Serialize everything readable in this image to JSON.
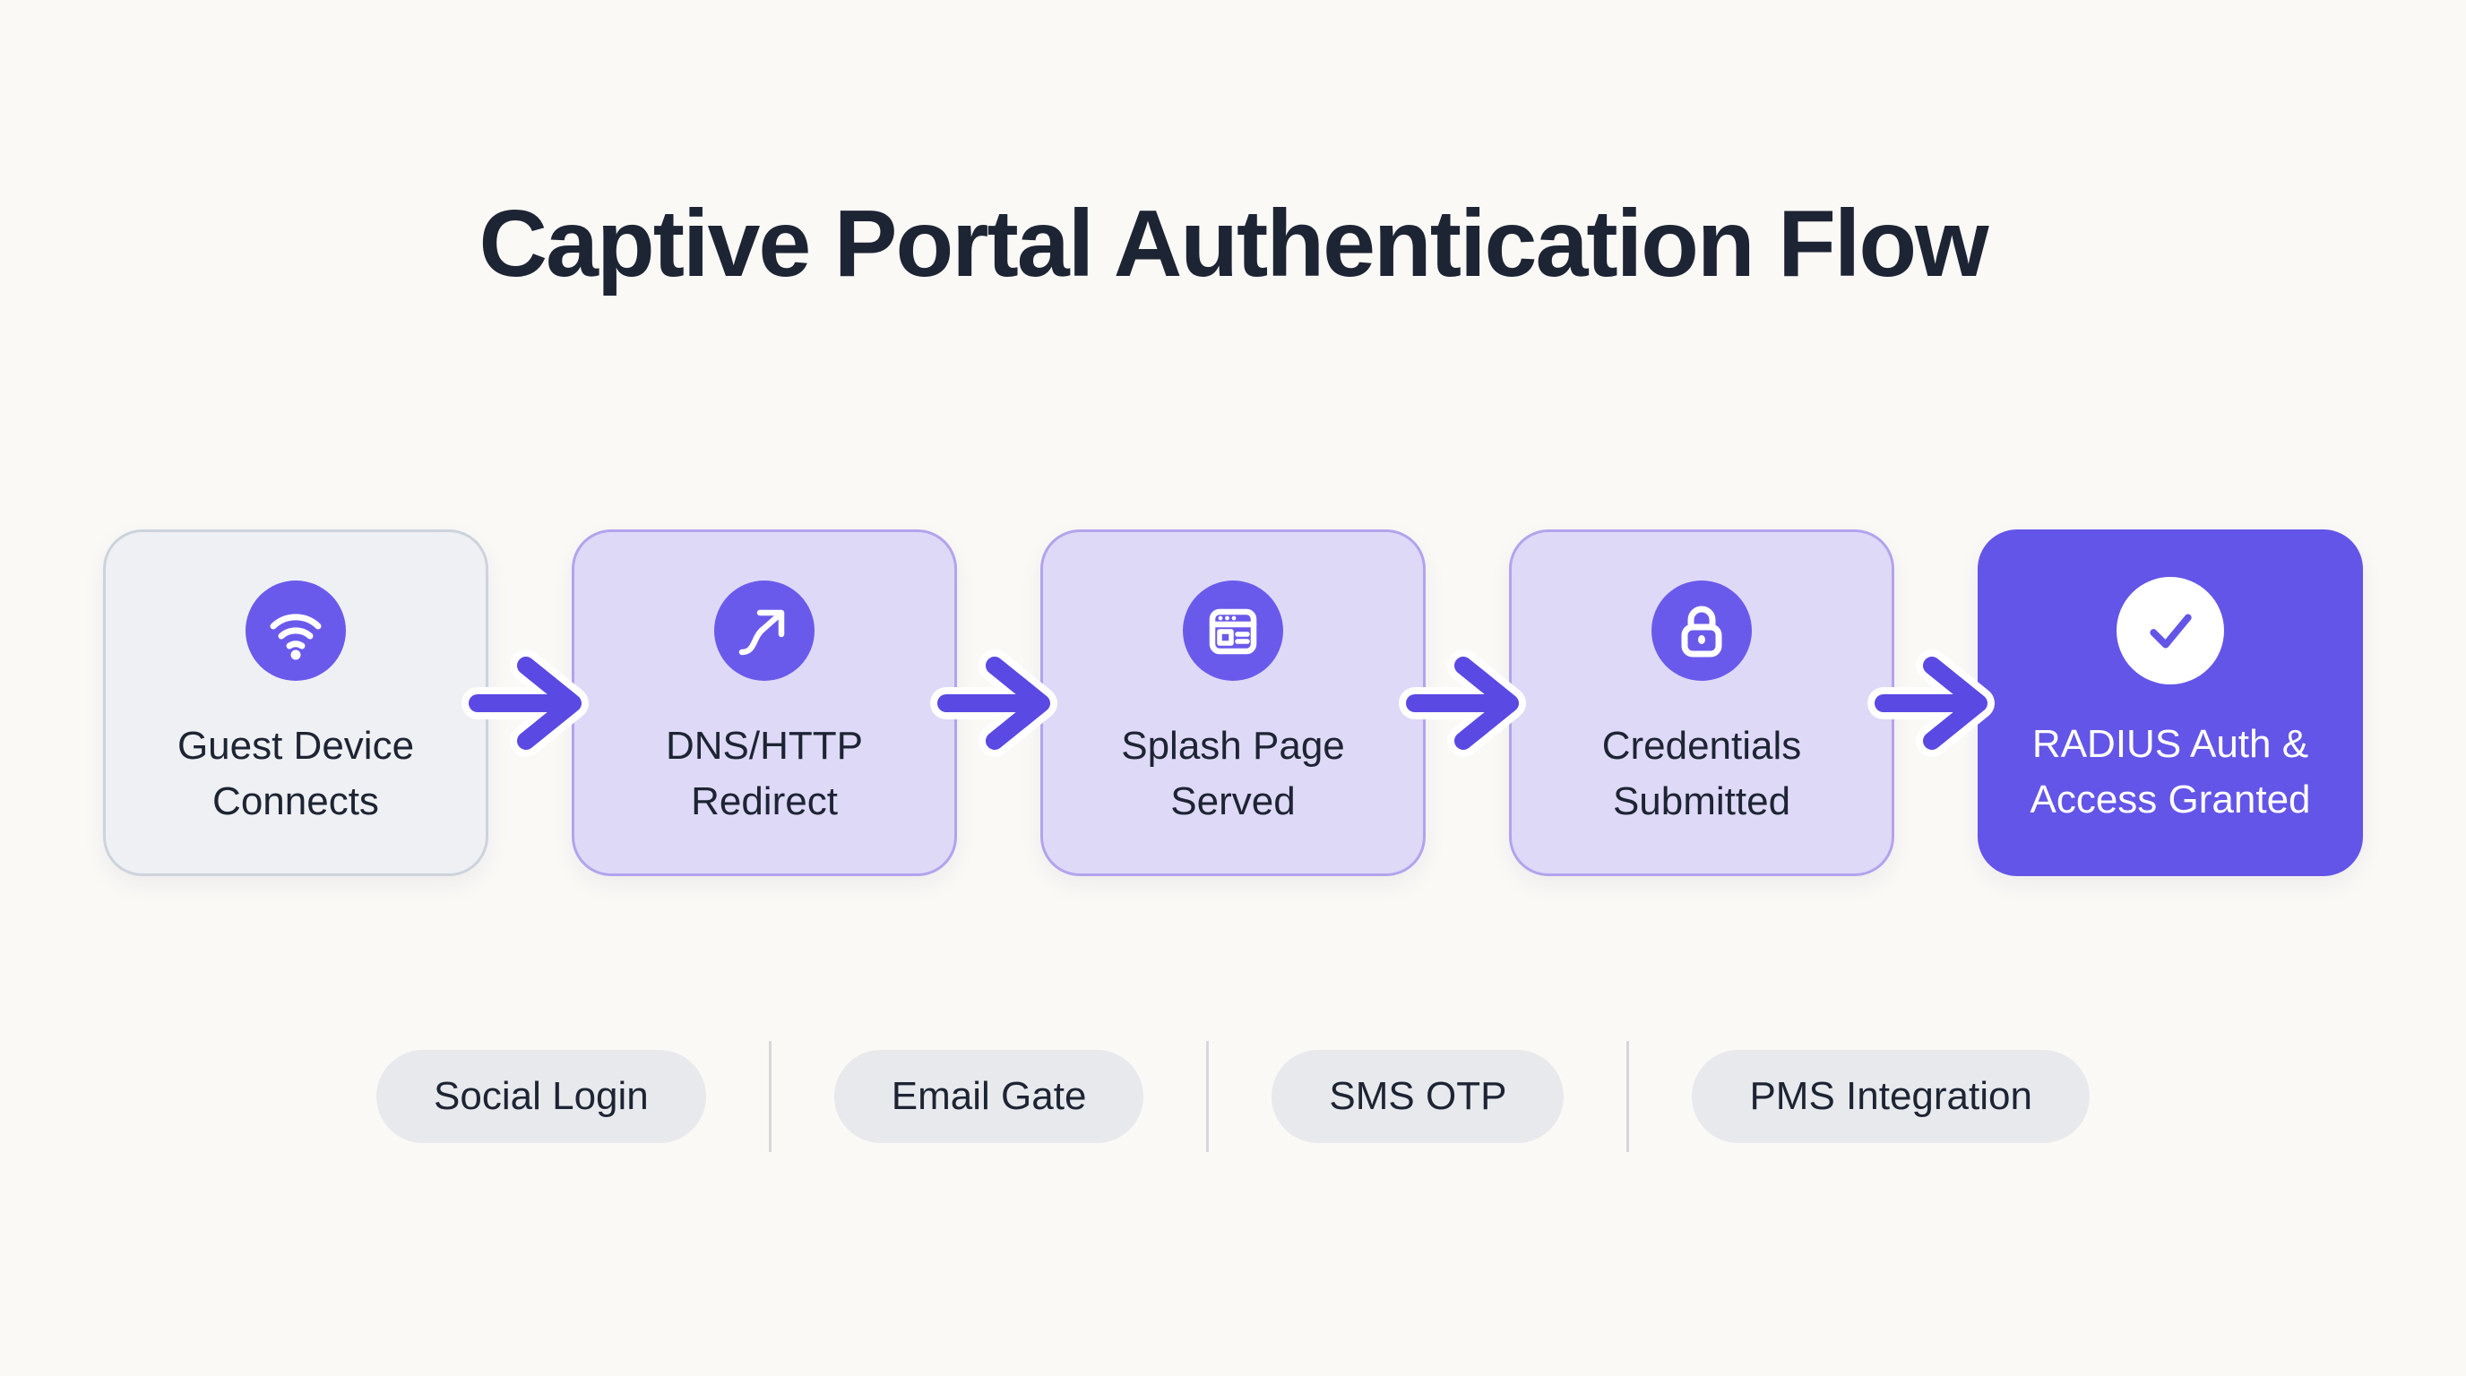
{
  "title": "Captive Portal Authentication Flow",
  "steps": [
    {
      "label": "Guest Device Connects",
      "icon": "wifi-icon",
      "variant": "gray"
    },
    {
      "label": "DNS/HTTP Redirect",
      "icon": "redirect-icon",
      "variant": "lavender"
    },
    {
      "label": "Splash Page Served",
      "icon": "browser-icon",
      "variant": "lavender"
    },
    {
      "label": "Credentials Submitted",
      "icon": "lock-icon",
      "variant": "lavender"
    },
    {
      "label": "RADIUS Auth & Access Granted",
      "icon": "check-icon",
      "variant": "solid"
    }
  ],
  "auth_methods": [
    {
      "label": "Social Login"
    },
    {
      "label": "Email Gate"
    },
    {
      "label": "SMS OTP"
    },
    {
      "label": "PMS Integration"
    }
  ],
  "colors": {
    "accent_purple": "#6355e8",
    "arrow_purple": "#5a49e2",
    "icon_circle_purple": "#6a5aeb",
    "lavender_fill": "#ded9f7",
    "lavender_border": "#b3a3ec",
    "gray_fill": "#eef0f3",
    "gray_border": "#ccd3dc",
    "pill_fill": "#e7e9ed",
    "text_dark": "#1d2433",
    "background": "#faf9f6"
  }
}
